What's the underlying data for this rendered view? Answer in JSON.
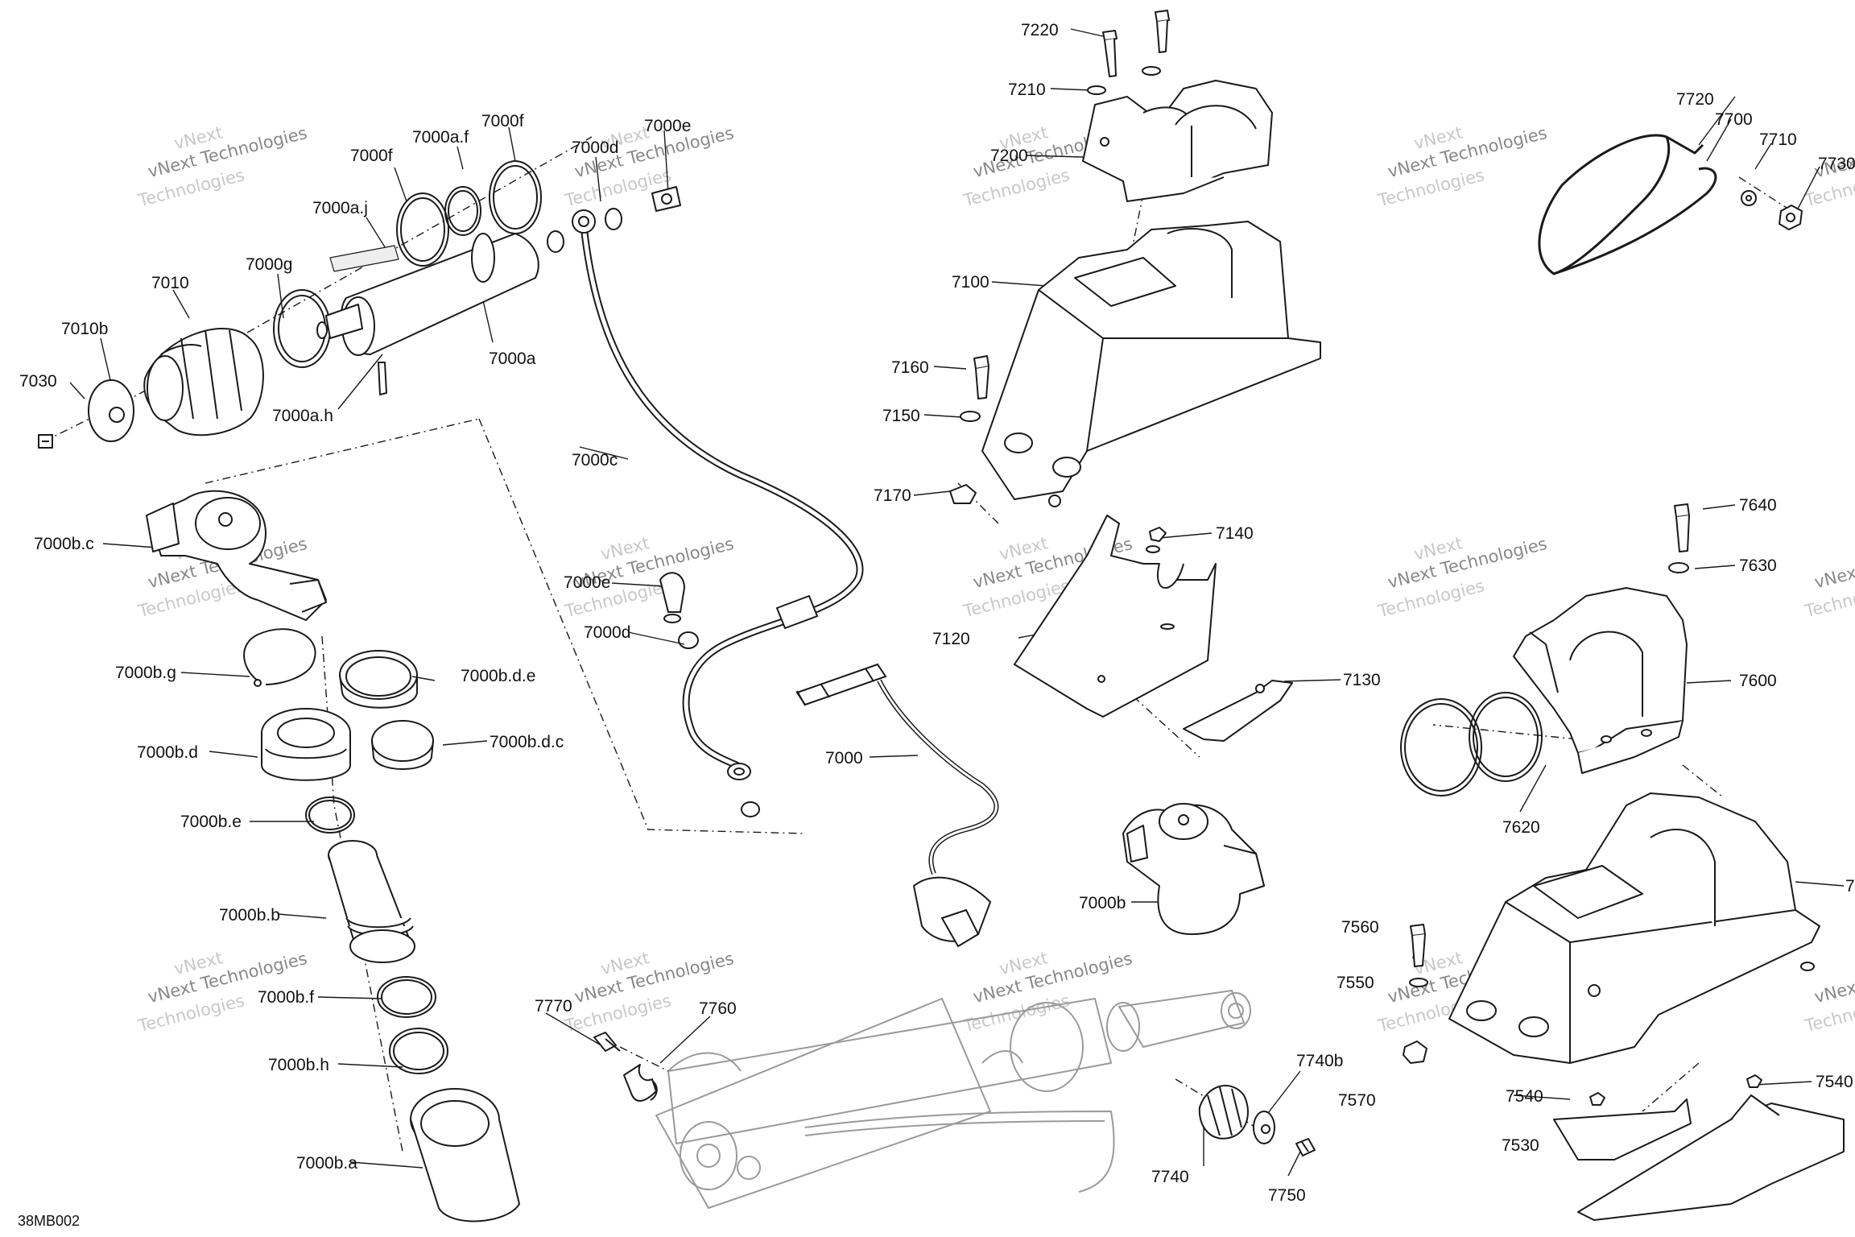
{
  "diagram_code": "38MB002",
  "watermark": {
    "line1": "vNext",
    "line2": "vNext Technologies",
    "line3": "Technologies"
  },
  "colors": {
    "line": "#1a1a1a",
    "faded": "#9a9a9a",
    "watermark": "#c8c8c8"
  },
  "labels": {
    "l7030": "7030",
    "l7010b": "7010b",
    "l7010": "7010",
    "l7000g": "7000g",
    "l7000aj": "7000a.j",
    "l7000f_1": "7000f",
    "l7000af": "7000a.f",
    "l7000f_2": "7000f",
    "l7000d_1": "7000d",
    "l7000e_1": "7000e",
    "l7000a": "7000a",
    "l7000ah": "7000a.h",
    "l7000c": "7000c",
    "l7000bc": "7000b.c",
    "l7000bg": "7000b.g",
    "l7000bd": "7000b.d",
    "l7000bde": "7000b.d.e",
    "l7000bdc": "7000b.d.c",
    "l7000be": "7000b.e",
    "l7000bb": "7000b.b",
    "l7000bf": "7000b.f",
    "l7000bh": "7000b.h",
    "l7000ba": "7000b.a",
    "l7000e_2": "7000e",
    "l7000d_2": "7000d",
    "l7000": "7000",
    "l7000b": "7000b",
    "l7220": "7220",
    "l7210": "7210",
    "l7200": "7200",
    "l7100": "7100",
    "l7160": "7160",
    "l7150": "7150",
    "l7170": "7170",
    "l7140": "7140",
    "l7120": "7120",
    "l7130": "7130",
    "l7720": "7720",
    "l7700": "7700",
    "l7710": "7710",
    "l7730": "7730",
    "l7640": "7640",
    "l7630": "7630",
    "l7600": "7600",
    "l7620": "7620",
    "l7500": "7",
    "l7560": "7560",
    "l7550": "7550",
    "l7570": "7570",
    "l7540_1": "7540",
    "l7540_2": "7540",
    "l7530": "7530",
    "l7770": "7770",
    "l7760": "7760",
    "l7740b": "7740b",
    "l7740": "7740",
    "l7750": "7750"
  }
}
